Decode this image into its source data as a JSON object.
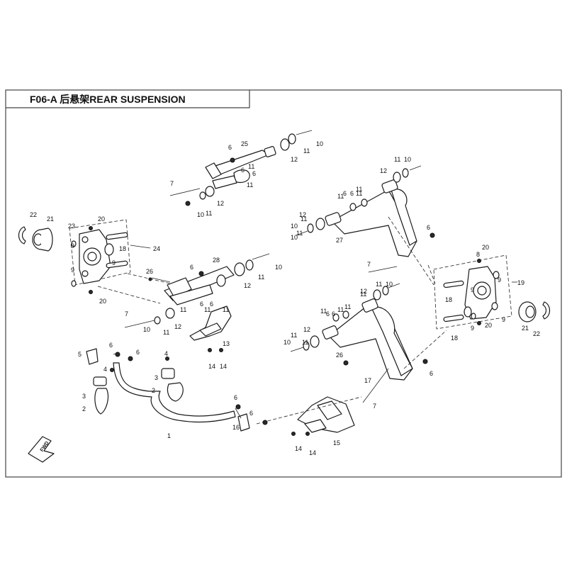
{
  "title": "F06-A 后悬架REAR SUSPENSION",
  "arrow_label": "FWD",
  "callouts": [
    {
      "id": "c1",
      "text": "1"
    },
    {
      "id": "c2a",
      "text": "2"
    },
    {
      "id": "c2b",
      "text": "2"
    },
    {
      "id": "c3a",
      "text": "3"
    },
    {
      "id": "c3b",
      "text": "3"
    },
    {
      "id": "c4a",
      "text": "4"
    },
    {
      "id": "c4b",
      "text": "4"
    },
    {
      "id": "c5",
      "text": "5"
    },
    {
      "id": "c6a",
      "text": "6"
    },
    {
      "id": "c6b",
      "text": "6"
    },
    {
      "id": "c6c",
      "text": "6"
    },
    {
      "id": "c6d",
      "text": "6"
    },
    {
      "id": "c6e",
      "text": "6"
    },
    {
      "id": "c6f",
      "text": "6"
    },
    {
      "id": "c6g",
      "text": "6"
    },
    {
      "id": "c6h",
      "text": "6"
    },
    {
      "id": "c6i",
      "text": "6"
    },
    {
      "id": "c6j",
      "text": "6"
    },
    {
      "id": "c6k",
      "text": "6"
    },
    {
      "id": "c6l",
      "text": "6"
    },
    {
      "id": "c6m",
      "text": "6"
    },
    {
      "id": "c6n",
      "text": "6"
    },
    {
      "id": "c6o",
      "text": "6"
    },
    {
      "id": "c6p",
      "text": "6"
    },
    {
      "id": "c7a",
      "text": "7"
    },
    {
      "id": "c7b",
      "text": "7"
    },
    {
      "id": "c7c",
      "text": "7"
    },
    {
      "id": "c7d",
      "text": "7"
    },
    {
      "id": "c8",
      "text": "8"
    },
    {
      "id": "c9a",
      "text": "9"
    },
    {
      "id": "c9b",
      "text": "9"
    },
    {
      "id": "c9c",
      "text": "9"
    },
    {
      "id": "c9d",
      "text": "9"
    },
    {
      "id": "c9e",
      "text": "9"
    },
    {
      "id": "c9f",
      "text": "9"
    },
    {
      "id": "c9g",
      "text": "9"
    },
    {
      "id": "c10a",
      "text": "10"
    },
    {
      "id": "c10b",
      "text": "10"
    },
    {
      "id": "c10c",
      "text": "10"
    },
    {
      "id": "c10d",
      "text": "10"
    },
    {
      "id": "c10e",
      "text": "10"
    },
    {
      "id": "c10f",
      "text": "10"
    },
    {
      "id": "c10g",
      "text": "10"
    },
    {
      "id": "c10h",
      "text": "10"
    },
    {
      "id": "c10i",
      "text": "10"
    },
    {
      "id": "c11a",
      "text": "11"
    },
    {
      "id": "c11b",
      "text": "11"
    },
    {
      "id": "c11c",
      "text": "11"
    },
    {
      "id": "c11d",
      "text": "11"
    },
    {
      "id": "c11e",
      "text": "11"
    },
    {
      "id": "c11f",
      "text": "11"
    },
    {
      "id": "c11g",
      "text": "11"
    },
    {
      "id": "c11h",
      "text": "11"
    },
    {
      "id": "c11i",
      "text": "11"
    },
    {
      "id": "c11j",
      "text": "11"
    },
    {
      "id": "c11k",
      "text": "11"
    },
    {
      "id": "c11l",
      "text": "11"
    },
    {
      "id": "c11m",
      "text": "11"
    },
    {
      "id": "c11n",
      "text": "11"
    },
    {
      "id": "c11o",
      "text": "11"
    },
    {
      "id": "c11p",
      "text": "11"
    },
    {
      "id": "c11q",
      "text": "11"
    },
    {
      "id": "c11r",
      "text": "11"
    },
    {
      "id": "c11s",
      "text": "11"
    },
    {
      "id": "c11t",
      "text": "11"
    },
    {
      "id": "c11u",
      "text": "11"
    },
    {
      "id": "c11v",
      "text": "11"
    },
    {
      "id": "c12a",
      "text": "12"
    },
    {
      "id": "c12b",
      "text": "12"
    },
    {
      "id": "c12c",
      "text": "12"
    },
    {
      "id": "c12d",
      "text": "12"
    },
    {
      "id": "c12e",
      "text": "12"
    },
    {
      "id": "c12f",
      "text": "12"
    },
    {
      "id": "c12g",
      "text": "12"
    },
    {
      "id": "c12h",
      "text": "12"
    },
    {
      "id": "c13",
      "text": "13"
    },
    {
      "id": "c14a",
      "text": "14"
    },
    {
      "id": "c14b",
      "text": "14"
    },
    {
      "id": "c14c",
      "text": "14"
    },
    {
      "id": "c14d",
      "text": "14"
    },
    {
      "id": "c15",
      "text": "15"
    },
    {
      "id": "c16",
      "text": "16"
    },
    {
      "id": "c17",
      "text": "17"
    },
    {
      "id": "c18a",
      "text": "18"
    },
    {
      "id": "c18b",
      "text": "18"
    },
    {
      "id": "c18c",
      "text": "18"
    },
    {
      "id": "c19",
      "text": "19"
    },
    {
      "id": "c20a",
      "text": "20"
    },
    {
      "id": "c20b",
      "text": "20"
    },
    {
      "id": "c20c",
      "text": "20"
    },
    {
      "id": "c20d",
      "text": "20"
    },
    {
      "id": "c21a",
      "text": "21"
    },
    {
      "id": "c21b",
      "text": "21"
    },
    {
      "id": "c22a",
      "text": "22"
    },
    {
      "id": "c22b",
      "text": "22"
    },
    {
      "id": "c23",
      "text": "23"
    },
    {
      "id": "c24",
      "text": "24"
    },
    {
      "id": "c25",
      "text": "25"
    },
    {
      "id": "c26a",
      "text": "26"
    },
    {
      "id": "c26b",
      "text": "26"
    },
    {
      "id": "c27",
      "text": "27"
    },
    {
      "id": "c28",
      "text": "28"
    }
  ]
}
